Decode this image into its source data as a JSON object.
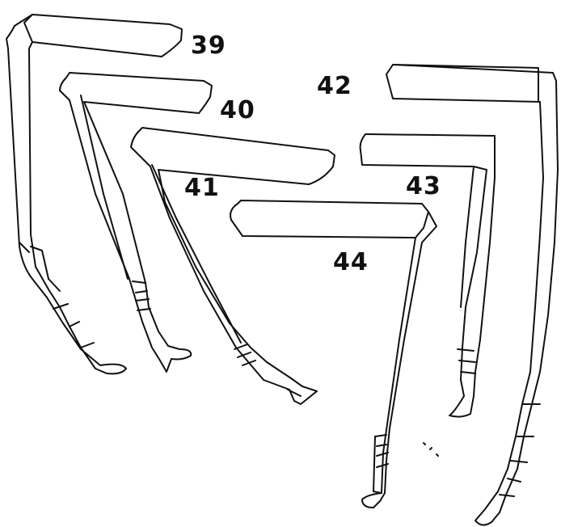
{
  "figure_numbers": [
    "39",
    "40",
    "41",
    "42",
    "43",
    "44"
  ],
  "colors": {
    "ink": "#111111",
    "paper": "#ffffff"
  }
}
